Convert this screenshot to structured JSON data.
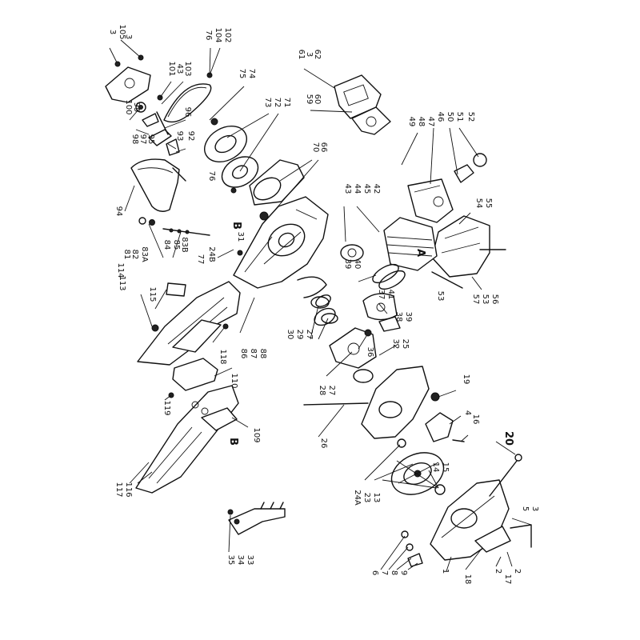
{
  "diagram": {
    "labels": [
      "3",
      "105",
      "3",
      "76",
      "104",
      "102",
      "101",
      "43",
      "103",
      "75",
      "74",
      "61",
      "3",
      "62",
      "100",
      "99",
      "96",
      "73",
      "72",
      "71",
      "59",
      "60",
      "98",
      "97",
      "95",
      "93",
      "92",
      "49",
      "48",
      "47",
      "46",
      "50",
      "51",
      "52",
      "70",
      "66",
      "76",
      "94",
      "43",
      "44",
      "45",
      "42",
      "54",
      "55",
      "B",
      "31",
      "81",
      "82",
      "83A",
      "84",
      "85",
      "83B",
      "77",
      "24B",
      "114",
      "113",
      "115",
      "A",
      "39",
      "40",
      "37",
      "41",
      "53",
      "57",
      "53",
      "56",
      "38",
      "39",
      "30",
      "29",
      "27",
      "86",
      "87",
      "88",
      "118",
      "110",
      "32",
      "25",
      "36",
      "28",
      "27",
      "19",
      "4",
      "16",
      "119",
      "109",
      "B",
      "26",
      "20",
      "24A",
      "23",
      "13",
      "14",
      "15",
      "117",
      "116",
      "5",
      "3",
      "35",
      "34",
      "33",
      "6",
      "7",
      "8",
      "9",
      "1",
      "18",
      "2",
      "17",
      "2"
    ]
  }
}
